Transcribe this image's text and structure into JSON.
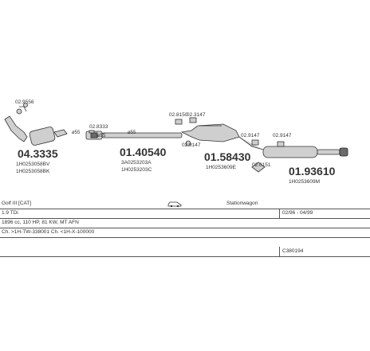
{
  "parts": [
    {
      "number": "04.3335",
      "codes": [
        "1H0253058BV",
        "1H0253058BK"
      ]
    },
    {
      "number": "01.40540",
      "codes": [
        "3A0253203A",
        "1H0253203C"
      ]
    },
    {
      "number": "01.58430",
      "codes": [
        "1H0253609E"
      ]
    },
    {
      "number": "01.93610",
      "codes": [
        "1H0253609M"
      ]
    }
  ],
  "callouts": {
    "c1": "02.9556",
    "c2": "02.8333",
    "c3": "02.8150",
    "c4": "02.3147",
    "c5": "02.9147",
    "c6": "02.9147",
    "c7": "02.9147",
    "c8": "02.0151",
    "d1": "ø55",
    "d2": "ø55",
    "d3": "ø55"
  },
  "info": {
    "model": "Golf III [CAT]",
    "body": "Stationwagon",
    "engine": "1.9 TDi",
    "years": "02/96 - 04/99",
    "spec": "1896 cc, 110 HP, 81 KW, MT AFN",
    "chassis": "Ch. >1H-TW-338001 Ch. <1H-X-100000",
    "code": "C380194"
  }
}
